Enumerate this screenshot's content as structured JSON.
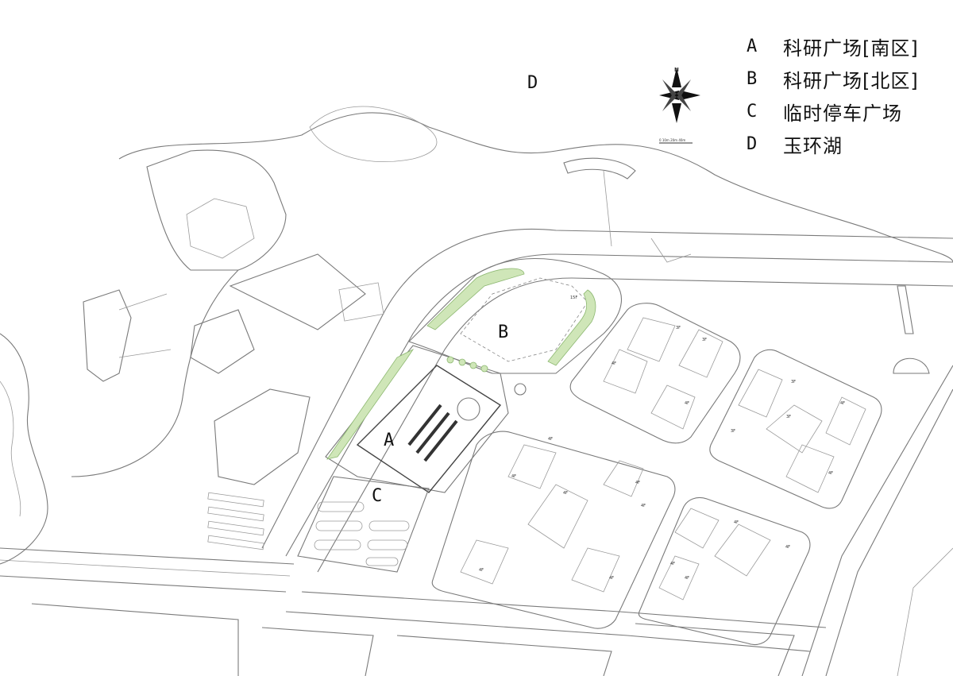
{
  "legend": [
    {
      "letter": "A",
      "text": "科研广场[南区]"
    },
    {
      "letter": "B",
      "text": "科研广场[北区]"
    },
    {
      "letter": "C",
      "text": "临时停车广场"
    },
    {
      "letter": "D",
      "text": "玉环湖"
    }
  ],
  "zones": {
    "a": "A",
    "b": "B",
    "c": "C",
    "d": "D"
  },
  "compass": {
    "north_label": "N",
    "scale_text": "0  10m  20m   40m"
  },
  "building_labels": [
    "15F",
    "3F",
    "3F",
    "4F",
    "4F",
    "3F",
    "3F",
    "3F",
    "4F",
    "4F",
    "4F",
    "4F",
    "4F",
    "4F",
    "4F",
    "4F",
    "4F",
    "4F",
    "4F",
    "4F",
    "4F"
  ],
  "colors": {
    "line": "#7a7a7a",
    "green": "#cfe6b8",
    "text": "#111111"
  }
}
